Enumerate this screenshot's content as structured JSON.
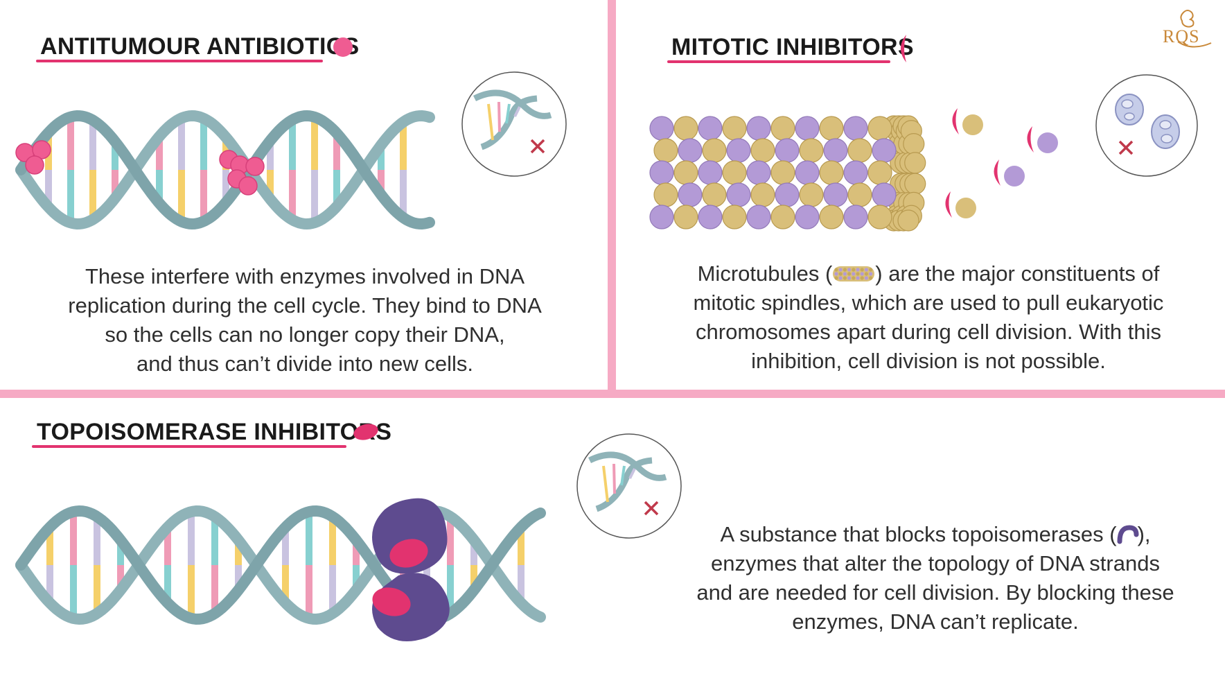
{
  "logo": {
    "text": "RQS",
    "color": "#c9893a"
  },
  "colors": {
    "accent_pink": "#e2336f",
    "divider": "#f6aac4",
    "helix": "#8fb3b8",
    "purple": "#b39ad6",
    "gold": "#d9bf7a",
    "topo": "#5e4b8f",
    "cross": "#c0394b"
  },
  "sections": {
    "antitumour": {
      "title": "ANTITUMOUR ANTIBIOTICS",
      "icon": "pink-dot-icon",
      "lines": [
        "These interfere with enzymes involved in DNA",
        "replication during the cell cycle. They bind to DNA",
        "so the cells can no longer copy their DNA,",
        "and thus can’t divide into new cells."
      ]
    },
    "mitotic": {
      "title": "MITOTIC INHIBITORS",
      "icon": "pink-crescent-icon",
      "line1_before": "Microtubules (",
      "line1_after": ") are the major constituents of",
      "lines": [
        "mitotic spindles, which are used to pull eukaryotic",
        "chromosomes apart during cell division. With this",
        "inhibition, cell division is not possible."
      ]
    },
    "topoisomerase": {
      "title": "TOPOISOMERASE INHIBITORS",
      "icon": "pink-oval-icon",
      "line1_before": "A substance that blocks topoisomerases (",
      "line1_after": "),",
      "lines": [
        "enzymes that alter the topology of DNA strands",
        "and are needed for cell division. By blocking these",
        "enzymes, DNA can’t replicate."
      ]
    }
  }
}
